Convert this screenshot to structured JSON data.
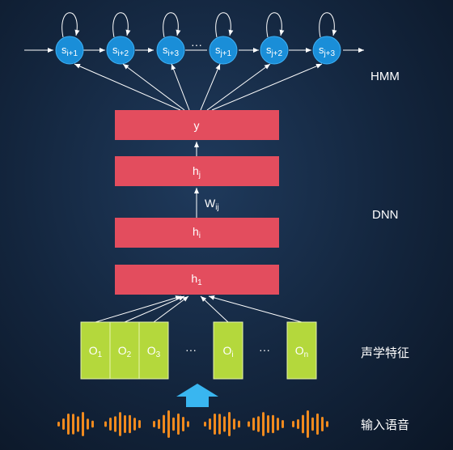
{
  "hmm_states": [
    {
      "base": "s",
      "sub": "i+1"
    },
    {
      "base": "s",
      "sub": "i+2"
    },
    {
      "base": "s",
      "sub": "i+3"
    },
    {
      "base": "s",
      "sub": "j+1"
    },
    {
      "base": "s",
      "sub": "j+2"
    },
    {
      "base": "s",
      "sub": "j+3"
    }
  ],
  "hmm_ellipsis": "···",
  "layers": {
    "y": {
      "base": "y",
      "sub": ""
    },
    "hj": {
      "base": "h",
      "sub": "j"
    },
    "hi": {
      "base": "h",
      "sub": "i"
    },
    "h1": {
      "base": "h",
      "sub": "1"
    }
  },
  "weight_label": {
    "base": "W",
    "sub": "ij"
  },
  "features": [
    {
      "base": "O",
      "sub": "1"
    },
    {
      "base": "O",
      "sub": "2"
    },
    {
      "base": "O",
      "sub": "3"
    },
    {
      "base": "O",
      "sub": "i"
    },
    {
      "base": "O",
      "sub": "n"
    }
  ],
  "feature_ellipsis": "···",
  "labels": {
    "hmm": "HMM",
    "dnn": "DNN",
    "features": "声学特征",
    "input": "输入语音"
  },
  "colors": {
    "state_node": "#1a8ed8",
    "layer": "#e34d5e",
    "feature": "#b4d83c",
    "waveform": "#f08a1e",
    "input_arrow": "#39b6f0"
  }
}
